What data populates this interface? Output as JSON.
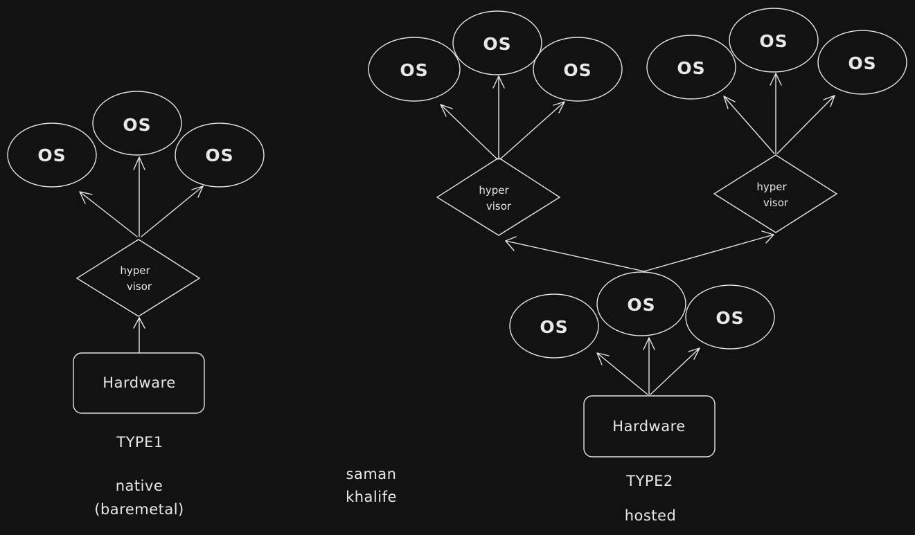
{
  "diagram": {
    "type1": {
      "caption": "TYPE1",
      "subtitle_line1": "native",
      "subtitle_line2": "(baremetal)",
      "hardware_label": "Hardware",
      "hypervisor_line1": "hyper",
      "hypervisor_line2": "visor",
      "os_labels": [
        "OS",
        "OS",
        "OS"
      ]
    },
    "type2": {
      "caption": "TYPE2",
      "subtitle": "hosted",
      "hardware_label": "Hardware",
      "host_os_labels": [
        "OS",
        "OS",
        "OS"
      ],
      "hypervisors": [
        {
          "line1": "hyper",
          "line2": "visor",
          "os_labels": [
            "OS",
            "OS",
            "OS"
          ]
        },
        {
          "line1": "hyper",
          "line2": "visor",
          "os_labels": [
            "OS",
            "OS",
            "OS"
          ]
        }
      ]
    },
    "author": {
      "line1": "saman",
      "line2": "khalife"
    }
  }
}
